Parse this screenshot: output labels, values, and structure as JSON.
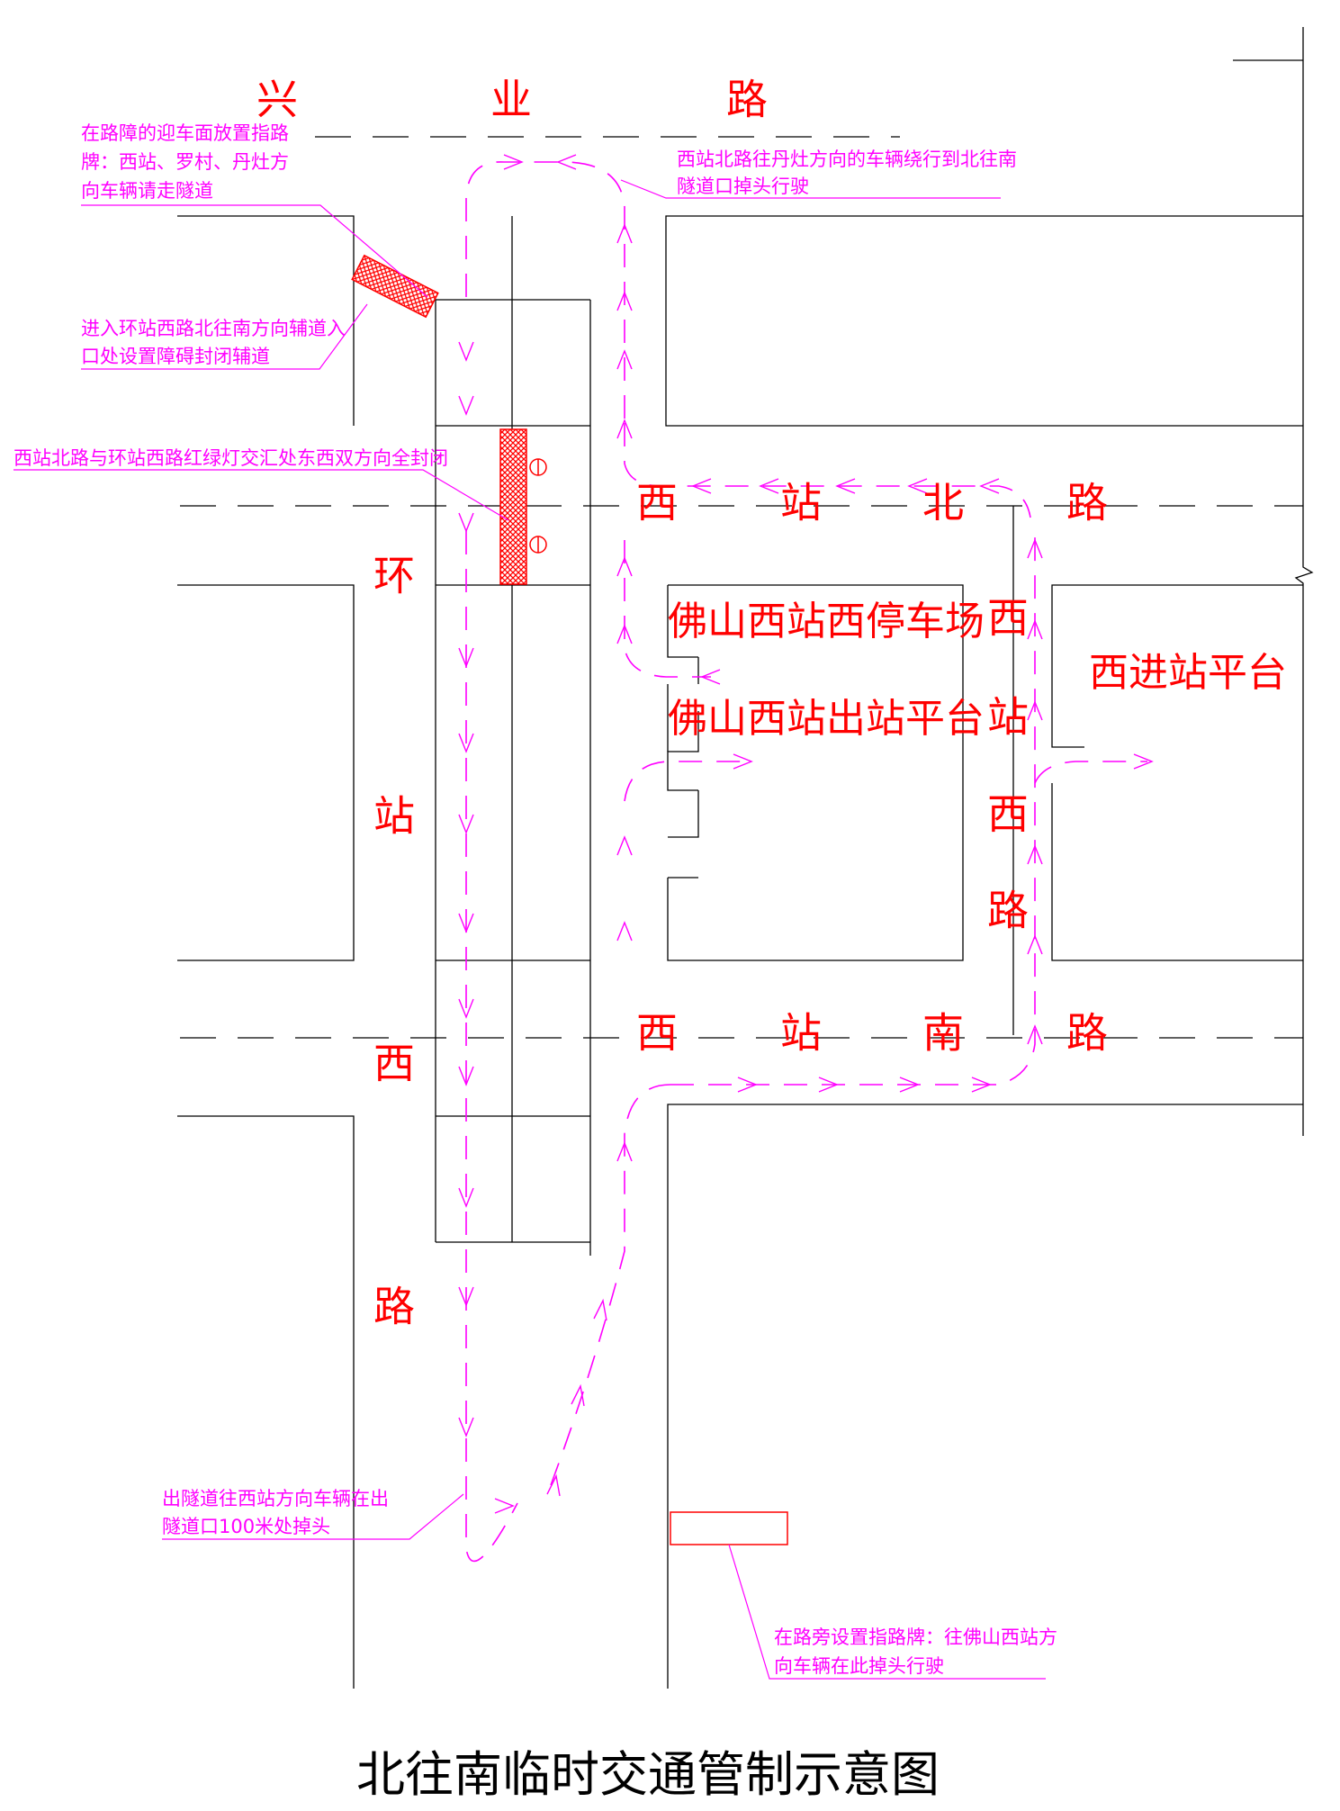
{
  "roads": {
    "xingye": [
      "兴",
      "业",
      "路"
    ],
    "zhanbei": [
      "西",
      "站",
      "北",
      "路"
    ],
    "zhannan": [
      "西",
      "站",
      "南",
      "路"
    ],
    "huanzhanxi": [
      "环",
      "站",
      "西",
      "路"
    ],
    "xizhanxi": [
      "西",
      "站",
      "西",
      "路"
    ]
  },
  "areas": {
    "parking": "佛山西站西停车场",
    "exit_platform": "佛山西站出站平台",
    "entry_platform": "西进站平台"
  },
  "notes": {
    "sign_on_barrier": [
      "在路障的迎车面放置指路",
      "牌：西站、罗村、丹灶方",
      "向车辆请走隧道"
    ],
    "aux_road_barrier": [
      "进入环站西路北往南方向辅道入",
      "口处设置障碍封闭辅道"
    ],
    "intersection_closed": [
      "西站北路与环站西路红绿灯交汇处东西双方向全封闭"
    ],
    "uturn_north": [
      "西站北路往丹灶方向的车辆绕行到北往南",
      "隧道口掉头行驶"
    ],
    "uturn_tunnel": [
      "出隧道往西站方向车辆在出",
      "隧道口100米处掉头"
    ],
    "roadside_sign": [
      "在路旁设置指路牌：往佛山西站方",
      "向车辆在此掉头行驶"
    ]
  },
  "title": "北往南临时交通管制示意图",
  "colors": {
    "road_label": "#ff0000",
    "route": "#ff00ff",
    "note": "#ff00ff",
    "line": "#000000",
    "barrier": "#ff0000"
  }
}
